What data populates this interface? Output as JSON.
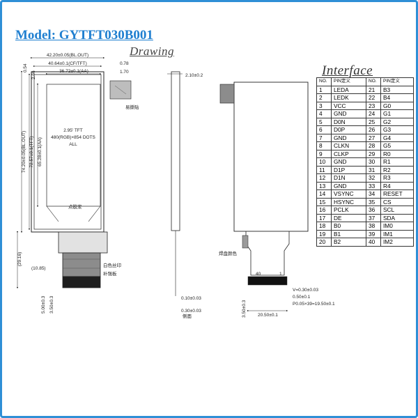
{
  "title": "Model: GYTFT030B001",
  "drawing_label": "Drawing",
  "interface_label": "Interface",
  "table_headers": {
    "no": "NO.",
    "pin": "PIN定义"
  },
  "pins_left": [
    {
      "no": "1",
      "name": "LEDA"
    },
    {
      "no": "2",
      "name": "LEDK"
    },
    {
      "no": "3",
      "name": "VCC"
    },
    {
      "no": "4",
      "name": "GND"
    },
    {
      "no": "5",
      "name": "D0N"
    },
    {
      "no": "6",
      "name": "D0P"
    },
    {
      "no": "7",
      "name": "GND"
    },
    {
      "no": "8",
      "name": "CLKN"
    },
    {
      "no": "9",
      "name": "CLKP"
    },
    {
      "no": "10",
      "name": "GND"
    },
    {
      "no": "11",
      "name": "D1P"
    },
    {
      "no": "12",
      "name": "D1N"
    },
    {
      "no": "13",
      "name": "GND"
    },
    {
      "no": "14",
      "name": "VSYNC"
    },
    {
      "no": "15",
      "name": "HSYNC"
    },
    {
      "no": "16",
      "name": "PCLK"
    },
    {
      "no": "17",
      "name": "DE"
    },
    {
      "no": "18",
      "name": "B0"
    },
    {
      "no": "19",
      "name": "B1"
    },
    {
      "no": "20",
      "name": "B2"
    }
  ],
  "pins_right": [
    {
      "no": "21",
      "name": "B3"
    },
    {
      "no": "22",
      "name": "B4"
    },
    {
      "no": "23",
      "name": "G0"
    },
    {
      "no": "24",
      "name": "G1"
    },
    {
      "no": "25",
      "name": "G2"
    },
    {
      "no": "26",
      "name": "G3"
    },
    {
      "no": "27",
      "name": "G4"
    },
    {
      "no": "28",
      "name": "G5"
    },
    {
      "no": "29",
      "name": "R0"
    },
    {
      "no": "30",
      "name": "R1"
    },
    {
      "no": "31",
      "name": "R2"
    },
    {
      "no": "32",
      "name": "R3"
    },
    {
      "no": "33",
      "name": "R4"
    },
    {
      "no": "34",
      "name": "RESET"
    },
    {
      "no": "35",
      "name": "CS"
    },
    {
      "no": "36",
      "name": "SCL"
    },
    {
      "no": "37",
      "name": "SDA"
    },
    {
      "no": "38",
      "name": "IM0"
    },
    {
      "no": "39",
      "name": "IM1"
    },
    {
      "no": "40",
      "name": "IM2"
    }
  ],
  "dims": {
    "bl_width": "42.20±0.05(BL.OUT)",
    "cf_width": "40.64±0.1(CF/TFT)",
    "aa_width": "36.72±0.1(AA)",
    "d078": "0.78",
    "d170": "1.70",
    "d054": "0.54",
    "d266": "2.66",
    "bl_height": "74.20±0.05(BL.OUT)",
    "tft_height": "72.57±0.1(TFT)",
    "aa_height": "65.28±0.1(AA)",
    "fpc_len": "(29.16)",
    "fpc_width": "(10.85)",
    "d500": "5.00±0.3",
    "d350": "3.50±0.3",
    "thickness": "2.10±0.2",
    "d010": "0.10±0.03",
    "d030": "0.30±0.03",
    "pitch_v": "V=0.30±0.03",
    "d050": "0.50±0.1",
    "pitch": "P0.05×39=19.50±0.1",
    "d2050": "20.50±0.1",
    "d350b": "3.50±0.3"
  },
  "screen_text": {
    "line1": "2.95' TFT",
    "line2": "480(RGB)×854 DOTS",
    "line3": "ALL"
  },
  "notes": {
    "tape": "易撕贴",
    "dot_glue": "点胶浆",
    "white_ink": "白色丝印",
    "stiffener": "补强板",
    "gold_finger": "焊盘颜色",
    "fpc_side": "侧面"
  },
  "pin_markers": {
    "first": "1",
    "last": "40"
  }
}
